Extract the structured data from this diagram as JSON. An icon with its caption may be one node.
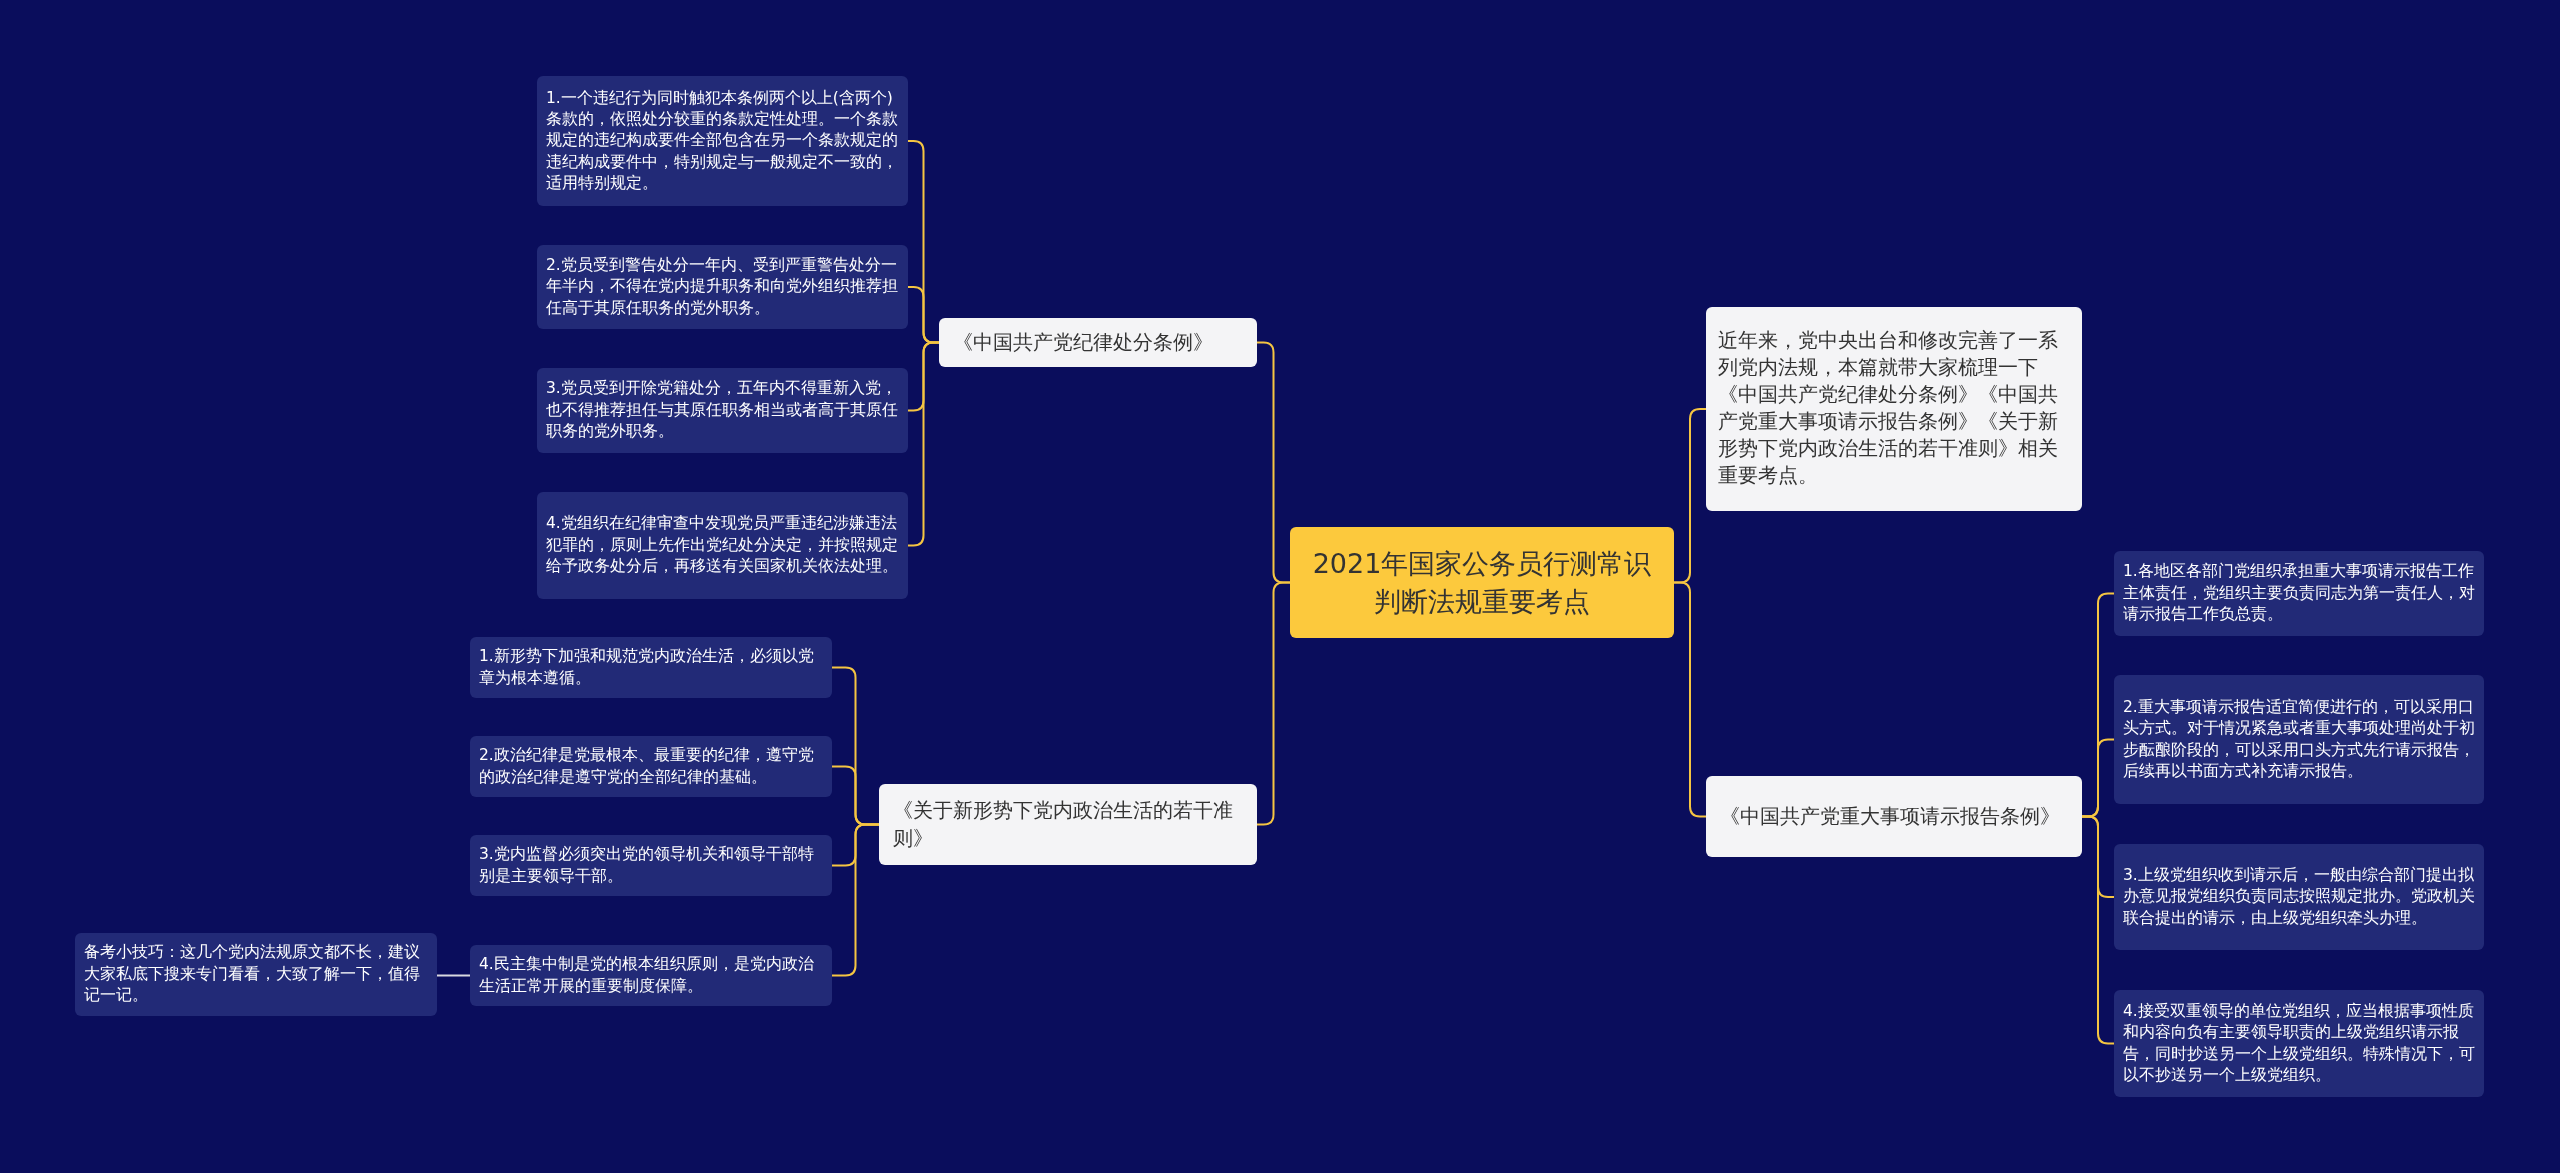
{
  "diagram": {
    "nodes": [
      {
        "text": [
          "2021年国家公务员行测常识判断法规重要考点"
        ]
      },
      {
        "text": [
          "《中国共产党纪律处分条例》"
        ]
      },
      {
        "text": [
          "1.一个违纪行为同时触犯本条例两个以上(含两个)条款的，依照处分较重的条款定性处理。一个条款规定的违纪构成要件全部包含在另一个条款规定的违纪构成要件中，特别规定与一般规定不一致的，适用特别规定。"
        ]
      },
      {
        "text": [
          "2.党员受到警告处分一年内、受到严重警告处分一年半内，不得在党内提升职务和向党外组织推荐担任高于其原任职务的党外职务。"
        ]
      },
      {
        "text": [
          "3.党员受到开除党籍处分，五年内不得重新入党，也不得推荐担任与其原任职务相当或者高于其原任职务的党外职务。"
        ]
      },
      {
        "text": [
          "4.党组织在纪律审查中发现党员严重违纪涉嫌违法犯罪的，原则上先作出党纪处分决定，并按照规定给予政务处分后，再移送有关国家机关依法处理。"
        ]
      },
      {
        "text": [
          "《关于新形势下党内政治生活的若干准则》"
        ]
      },
      {
        "text": [
          "1.新形势下加强和规范党内政治生活，必须以党章为根本遵循。"
        ]
      },
      {
        "text": [
          "2.政治纪律是党最根本、最重要的纪律，遵守党的政治纪律是遵守党的全部纪律的基础。"
        ]
      },
      {
        "text": [
          "3.党内监督必须突出党的领导机关和领导干部特别是主要领导干部。"
        ]
      },
      {
        "text": [
          "4.民主集中制是党的根本组织原则，是党内政治生活正常开展的重要制度保障。"
        ]
      },
      {
        "text": [
          "备考小技巧：这几个党内法规原文都不长，建议大家私底下搜来专门看看，大致了解一下，值得记一记。"
        ]
      },
      {
        "text": [
          "近年来，党中央出台和修改完善了一系列党内法规，本篇就带大家梳理一下《中国共产党纪律处分条例》《中国共产党重大事项请示报告条例》《关于新形势下党内政治生活的若干准则》相关重要考点。"
        ]
      },
      {
        "text": [
          "《中国共产党重大事项请示报告条例》"
        ]
      },
      {
        "text": [
          "1.各地区各部门党组织承担重大事项请示报告工作主体责任，党组织主要负责同志为第一责任人，对请示报告工作负总责。"
        ]
      },
      {
        "text": [
          "2.重大事项请示报告适宜简便进行的，可以采用口头方式。对于情况紧急或者重大事项处理尚处于初步酝酿阶段的，可以采用口头方式先行请示报告，后续再以书面方式补充请示报告。"
        ]
      },
      {
        "text": [
          "3.上级党组织收到请示后，一般由综合部门提出拟办意见报党组织负责同志按照规定批办。党政机关联合提出的请示，由上级党组织牵头办理。"
        ]
      },
      {
        "text": [
          "4.接受双重领导的单位党组织，应当根据事项性质和内容向负有主要领导职责的上级党组织请示报告，同时抄送另一个上级党组织。特殊情况下，可以不抄送另一个上级党组织。"
        ]
      }
    ],
    "edges": [
      {
        "from": 0,
        "to": 1,
        "arrow": "none"
      },
      {
        "from": 0,
        "to": 6,
        "arrow": "none"
      },
      {
        "from": 0,
        "to": 12,
        "arrow": "none"
      },
      {
        "from": 0,
        "to": 13,
        "arrow": "none"
      },
      {
        "from": 1,
        "to": 2,
        "arrow": "none"
      },
      {
        "from": 1,
        "to": 3,
        "arrow": "none"
      },
      {
        "from": 1,
        "to": 4,
        "arrow": "none"
      },
      {
        "from": 1,
        "to": 5,
        "arrow": "none"
      },
      {
        "from": 6,
        "to": 7,
        "arrow": "none"
      },
      {
        "from": 6,
        "to": 8,
        "arrow": "none"
      },
      {
        "from": 6,
        "to": 9,
        "arrow": "none"
      },
      {
        "from": 6,
        "to": 10,
        "arrow": "none"
      },
      {
        "from": 13,
        "to": 14,
        "arrow": "none"
      },
      {
        "from": 13,
        "to": 15,
        "arrow": "none"
      },
      {
        "from": 13,
        "to": 16,
        "arrow": "none"
      },
      {
        "from": 13,
        "to": 17,
        "arrow": "none"
      },
      {
        "from": 10,
        "to": 11,
        "arrow": "none",
        "color": "#d8d8e0"
      }
    ]
  }
}
